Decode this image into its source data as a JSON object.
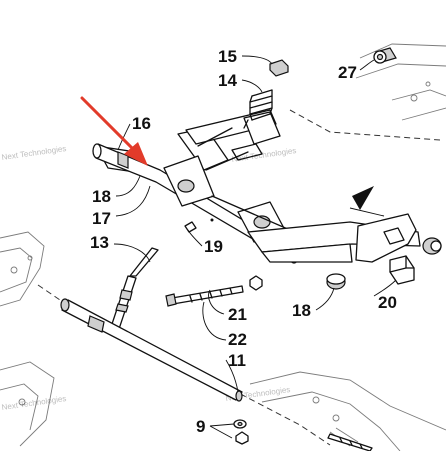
{
  "callouts": {
    "c15": "15",
    "c14": "14",
    "c27": "27",
    "c16": "16",
    "c18a": "18",
    "c17": "17",
    "c13": "13",
    "c19": "19",
    "c21": "21",
    "c18b": "18",
    "c20": "20",
    "c22": "22",
    "c11": "11",
    "c9": "9"
  },
  "watermarks": {
    "w1": "Next Technologies",
    "w2": "Next Technologies",
    "w3": "Next Technologies",
    "w4": "Next Technologies"
  },
  "colors": {
    "line": "#111111",
    "arrow": "#e23b2a",
    "shade": "#cfcfcf",
    "watermark": "#bdbdbd"
  }
}
